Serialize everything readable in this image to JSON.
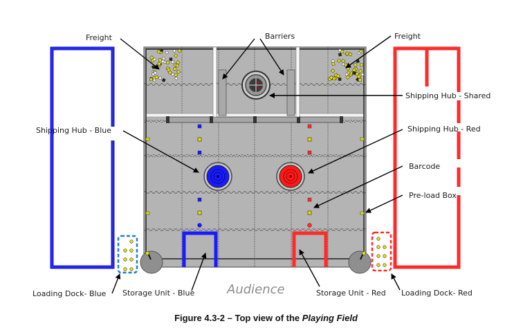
{
  "figure": {
    "caption_prefix": "Figure 4.3-2 – Top view of the ",
    "caption_emphasis": "Playing Field"
  },
  "labels": {
    "freight_left": "Freight",
    "freight_right": "Freight",
    "barriers": "Barriers",
    "shipping_hub_shared": "Shipping Hub - Shared",
    "shipping_hub_blue": "Shipping Hub - Blue",
    "shipping_hub_red": "Shipping Hub - Red",
    "barcode": "Barcode",
    "preload_box": "Pre-load Box",
    "loading_dock_blue": "Loading Dock- Blue",
    "storage_unit_blue": "Storage Unit - Blue",
    "audience": "Audience",
    "storage_unit_red": "Storage Unit - Red",
    "loading_dock_red": "Loading Dock- Red"
  },
  "colors": {
    "blue_alliance": "#1a1aff",
    "red_alliance": "#ff2a2a",
    "field_gray": "#b4b4b4",
    "dock_blue": "#1f7ad6",
    "freight_yellow": "#e8e000"
  }
}
